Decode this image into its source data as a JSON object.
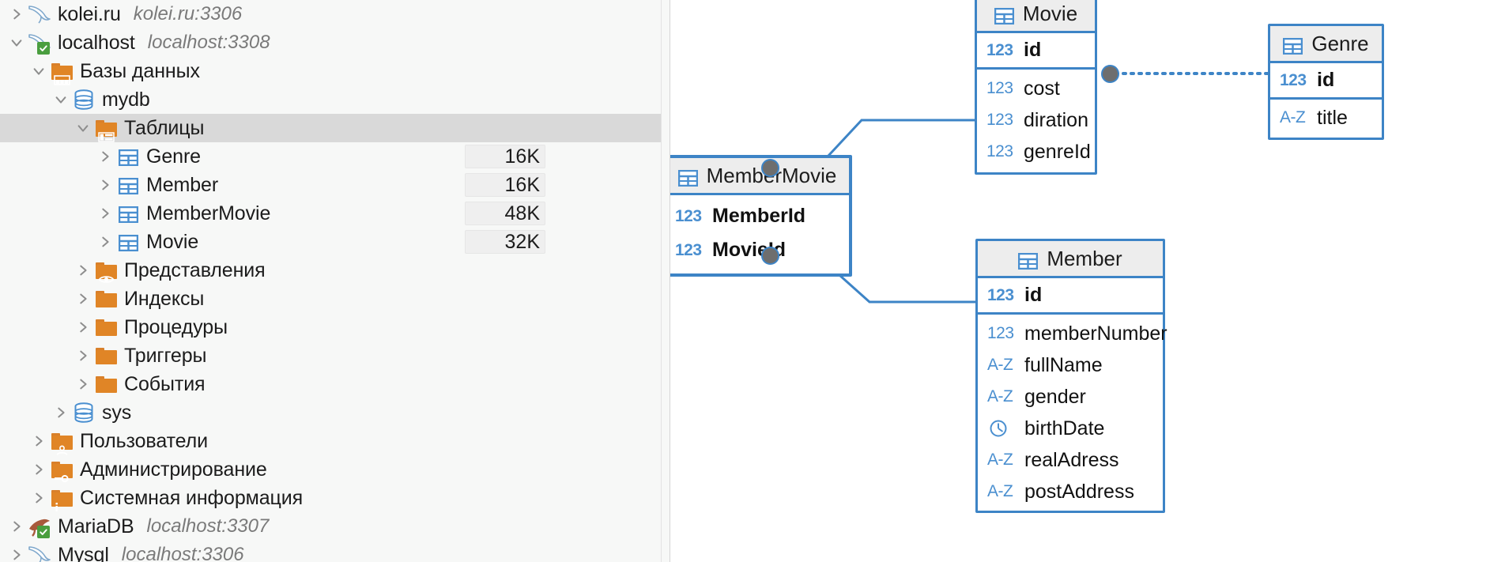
{
  "sidebar": {
    "rows": [
      {
        "id": "kolei-ru",
        "depth": 0,
        "twisty": "collapsed",
        "icon": "mysql-dolphin-icon",
        "label": "kolei.ru",
        "host": "kolei.ru:3306",
        "size": ""
      },
      {
        "id": "localhost-3308",
        "depth": 0,
        "twisty": "expanded",
        "icon": "mysql-dolphin-connected-icon",
        "label": "localhost",
        "host": "localhost:3308",
        "size": ""
      },
      {
        "id": "databases",
        "depth": 1,
        "twisty": "expanded",
        "icon": "databases-folder-icon",
        "label": "Базы данных",
        "host": "",
        "size": ""
      },
      {
        "id": "mydb",
        "depth": 2,
        "twisty": "expanded",
        "icon": "database-cylinder-icon",
        "label": "mydb",
        "host": "",
        "size": ""
      },
      {
        "id": "tables",
        "depth": 3,
        "twisty": "expanded",
        "icon": "tables-folder-icon",
        "label": "Таблицы",
        "host": "",
        "size": "",
        "selected": true
      },
      {
        "id": "table-genre",
        "depth": 4,
        "twisty": "collapsed",
        "icon": "table-icon",
        "label": "Genre",
        "host": "",
        "size": "16K"
      },
      {
        "id": "table-member",
        "depth": 4,
        "twisty": "collapsed",
        "icon": "table-icon",
        "label": "Member",
        "host": "",
        "size": "16K"
      },
      {
        "id": "table-membermovie",
        "depth": 4,
        "twisty": "collapsed",
        "icon": "table-icon",
        "label": "MemberMovie",
        "host": "",
        "size": "48K"
      },
      {
        "id": "table-movie",
        "depth": 4,
        "twisty": "collapsed",
        "icon": "table-icon",
        "label": "Movie",
        "host": "",
        "size": "32K"
      },
      {
        "id": "views",
        "depth": 3,
        "twisty": "collapsed",
        "icon": "views-folder-icon",
        "label": "Представления",
        "host": "",
        "size": ""
      },
      {
        "id": "indexes",
        "depth": 3,
        "twisty": "collapsed",
        "icon": "folder-icon",
        "label": "Индексы",
        "host": "",
        "size": ""
      },
      {
        "id": "procedures",
        "depth": 3,
        "twisty": "collapsed",
        "icon": "folder-icon",
        "label": "Процедуры",
        "host": "",
        "size": ""
      },
      {
        "id": "triggers",
        "depth": 3,
        "twisty": "collapsed",
        "icon": "folder-icon",
        "label": "Триггеры",
        "host": "",
        "size": ""
      },
      {
        "id": "events",
        "depth": 3,
        "twisty": "collapsed",
        "icon": "folder-icon",
        "label": "События",
        "host": "",
        "size": ""
      },
      {
        "id": "sys",
        "depth": 2,
        "twisty": "collapsed",
        "icon": "database-cylinder-icon",
        "label": "sys",
        "host": "",
        "size": ""
      },
      {
        "id": "users",
        "depth": 1,
        "twisty": "collapsed",
        "icon": "users-folder-icon",
        "label": "Пользователи",
        "host": "",
        "size": ""
      },
      {
        "id": "admin",
        "depth": 1,
        "twisty": "collapsed",
        "icon": "admin-folder-icon",
        "label": "Администрирование",
        "host": "",
        "size": ""
      },
      {
        "id": "sysinfo",
        "depth": 1,
        "twisty": "collapsed",
        "icon": "info-folder-icon",
        "label": "Системная информация",
        "host": "",
        "size": ""
      },
      {
        "id": "mariadb",
        "depth": 0,
        "twisty": "collapsed",
        "icon": "mariadb-connected-icon",
        "label": "MariaDB",
        "host": "localhost:3307",
        "size": ""
      },
      {
        "id": "mysql-3306",
        "depth": 0,
        "twisty": "collapsed",
        "icon": "mysql-dolphin-icon",
        "label": "Mysql",
        "host": "localhost:3306",
        "size": ""
      }
    ]
  },
  "diagram": {
    "entities": [
      {
        "id": "movie",
        "name": "Movie",
        "selected": false,
        "pk": [
          {
            "type": "123",
            "name": "id"
          }
        ],
        "attrs": [
          {
            "type": "123",
            "name": "cost"
          },
          {
            "type": "123",
            "name": "diration"
          },
          {
            "type": "123",
            "name": "genreId"
          }
        ]
      },
      {
        "id": "genre",
        "name": "Genre",
        "selected": false,
        "pk": [
          {
            "type": "123",
            "name": "id"
          }
        ],
        "attrs": [
          {
            "type": "A-Z",
            "name": "title"
          }
        ]
      },
      {
        "id": "membermovie",
        "name": "MemberMovie",
        "selected": true,
        "pk": [],
        "attrs": [
          {
            "type": "123",
            "name": "MemberId",
            "bold": true
          },
          {
            "type": "123",
            "name": "MovieId",
            "bold": true
          }
        ]
      },
      {
        "id": "member",
        "name": "Member",
        "selected": false,
        "pk": [
          {
            "type": "123",
            "name": "id"
          }
        ],
        "attrs": [
          {
            "type": "123",
            "name": "memberNumber"
          },
          {
            "type": "A-Z",
            "name": "fullName"
          },
          {
            "type": "A-Z",
            "name": "gender"
          },
          {
            "type": "clock",
            "name": "birthDate"
          },
          {
            "type": "A-Z",
            "name": "realAdress"
          },
          {
            "type": "A-Z",
            "name": "postAddress"
          }
        ]
      }
    ],
    "relations": [
      {
        "id": "membermovie-to-movie",
        "from": "membermovie",
        "to": "movie",
        "style": "solid"
      },
      {
        "id": "membermovie-to-member",
        "from": "membermovie",
        "to": "member",
        "style": "solid"
      },
      {
        "id": "movie-to-genre",
        "from": "movie",
        "to": "genre",
        "style": "dotted"
      }
    ]
  },
  "colors": {
    "entity_border": "#3d84c6",
    "entity_header_bg": "#ededed",
    "type_icon": "#4a8fd0",
    "folder_orange": "#e08526",
    "tree_selected_bg": "#d9d9d9",
    "connector": "#3d84c6",
    "anchor_fill": "#6e6e6e",
    "ok_badge_green": "#4a9e3f"
  }
}
